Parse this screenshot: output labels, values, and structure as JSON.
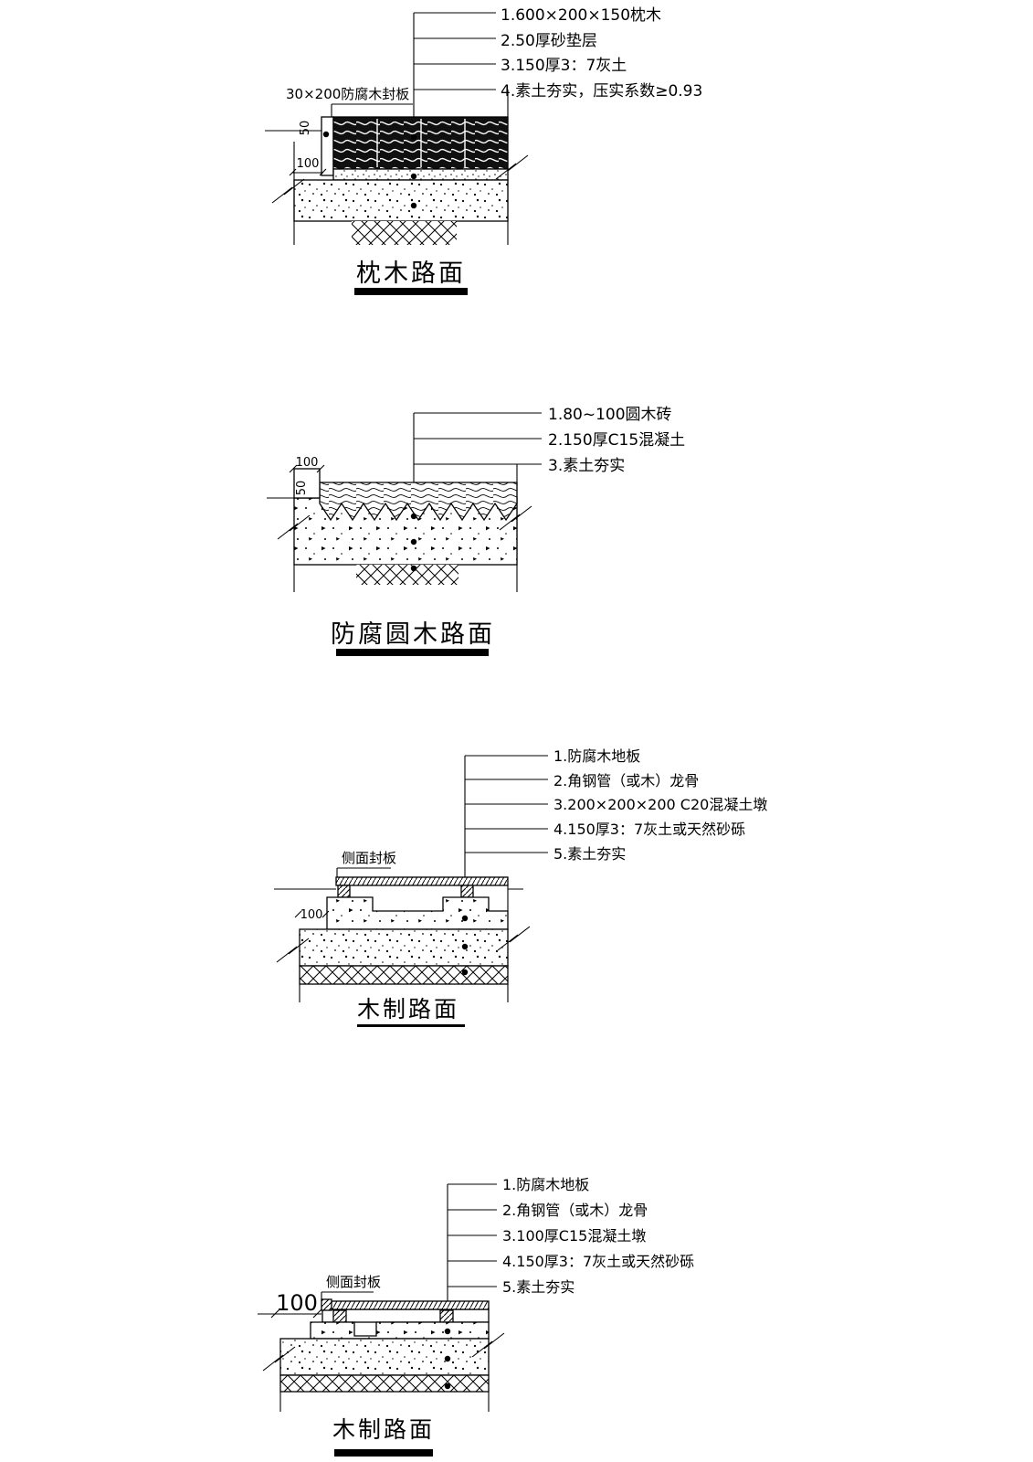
{
  "sheet": {
    "background": "#ffffff",
    "ink": "#000000"
  },
  "details": [
    {
      "title": "枕木路面",
      "callouts": [
        "1.600×200×150枕木",
        "2.50厚砂垫层",
        "3.150厚3：7灰土",
        "4.素土夯实，压实系数≥0.93"
      ],
      "labels": {
        "edge_board": "30×200防腐木封板"
      },
      "dims": {
        "board_height": "50",
        "edge_width": "100"
      }
    },
    {
      "title": "防腐圆木路面",
      "callouts": [
        "1.80~100圆木砖",
        "2.150厚C15混凝土",
        "3.素土夯实"
      ],
      "dims": {
        "edge_width": "100",
        "board_height": "50"
      }
    },
    {
      "title": "木制路面",
      "callouts": [
        "1.防腐木地板",
        "2.角钢管（或木）龙骨",
        "3.200×200×200  C20混凝土墩",
        "4.150厚3：7灰土或天然砂砾",
        "5.素土夯实"
      ],
      "labels": {
        "side_board": "侧面封板"
      },
      "dims": {
        "pier_height": "100"
      }
    },
    {
      "title": "木制路面",
      "callouts": [
        "1.防腐木地板",
        "2.角钢管（或木）龙骨",
        "3.100厚C15混凝土墩",
        "4.150厚3：7灰土或天然砂砾",
        "5.素土夯实"
      ],
      "labels": {
        "side_board": "侧面封板"
      },
      "dims": {
        "pier_height": "100"
      }
    }
  ]
}
